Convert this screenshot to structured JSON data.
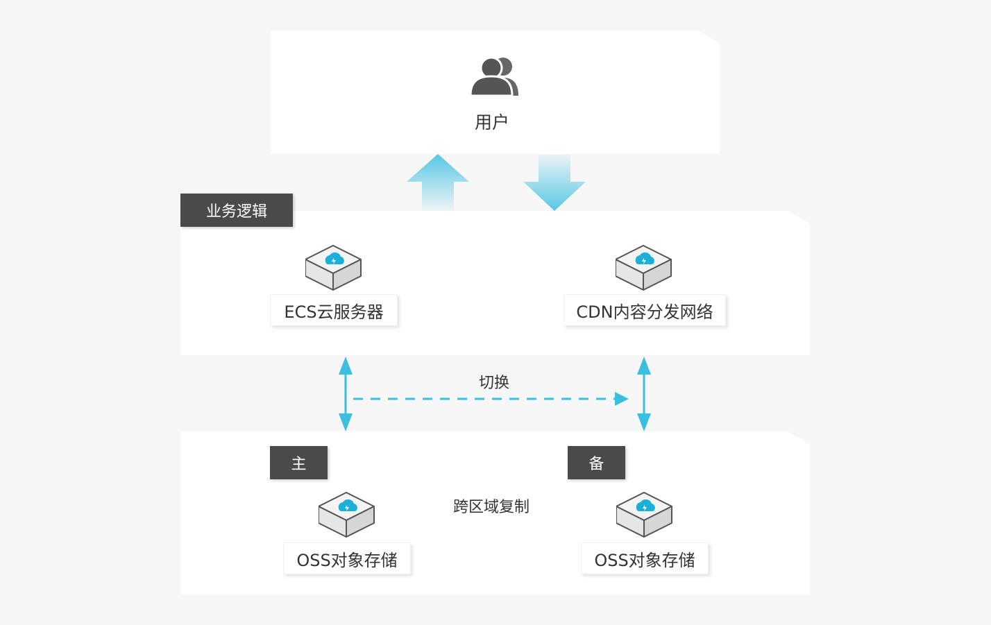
{
  "user": {
    "label": "用户",
    "icon": "users-icon"
  },
  "business": {
    "tag": "业务逻辑",
    "ecs": {
      "label": "ECS云服务器",
      "icon": "cloud-cube-icon"
    },
    "cdn": {
      "label": "CDN内容分发网络",
      "icon": "cloud-cube-icon"
    }
  },
  "switch_label": "切换",
  "storage": {
    "primary": {
      "tag": "主",
      "label": "OSS对象存储",
      "icon": "cloud-cube-icon"
    },
    "backup": {
      "tag": "备",
      "label": "OSS对象存储",
      "icon": "cloud-cube-icon"
    },
    "replication_label": "跨区域复制"
  },
  "colors": {
    "accent": "#3bbfe0",
    "tag_bg": "#4a4a4a",
    "panel": "#ffffff",
    "background": "#f7f7f7"
  }
}
